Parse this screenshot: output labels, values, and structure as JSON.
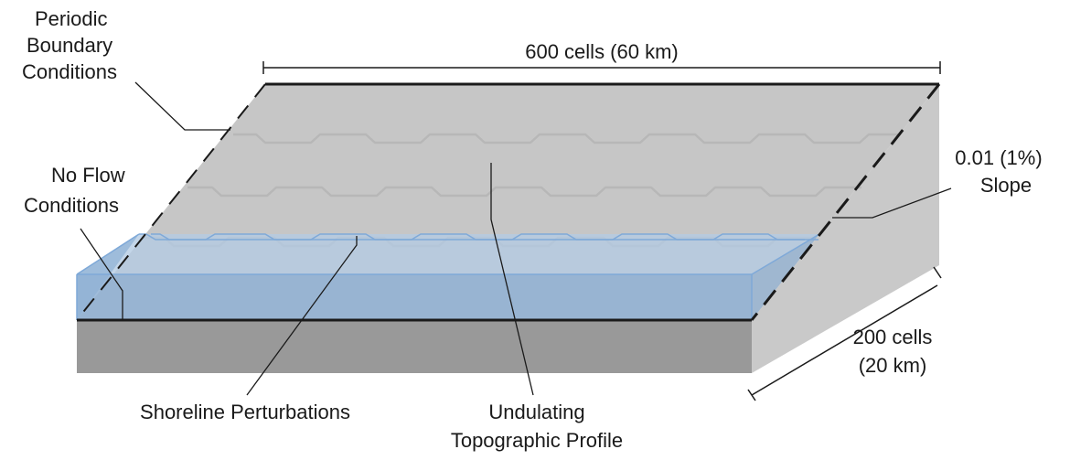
{
  "labels": {
    "periodic_line1": "Periodic",
    "periodic_line2": "Boundary",
    "periodic_line3": "Conditions",
    "noflow_line1": "No Flow",
    "noflow_line2": "Conditions",
    "width_dim": "600 cells (60 km)",
    "slope_line1": "0.01 (1%)",
    "slope_line2": "Slope",
    "depth_line1": "200 cells",
    "depth_line2": "(20 km)",
    "shoreline": "Shoreline Perturbations",
    "undulating_line1": "Undulating",
    "undulating_line2": "Topographic Profile"
  },
  "colors": {
    "slope_surface": "#c6c6c6",
    "right_face": "#c9c9c9",
    "front_face": "#999999",
    "water": "#9ab7d6",
    "water_edge": "#7fa9d8",
    "outline": "#1a1a1a"
  }
}
